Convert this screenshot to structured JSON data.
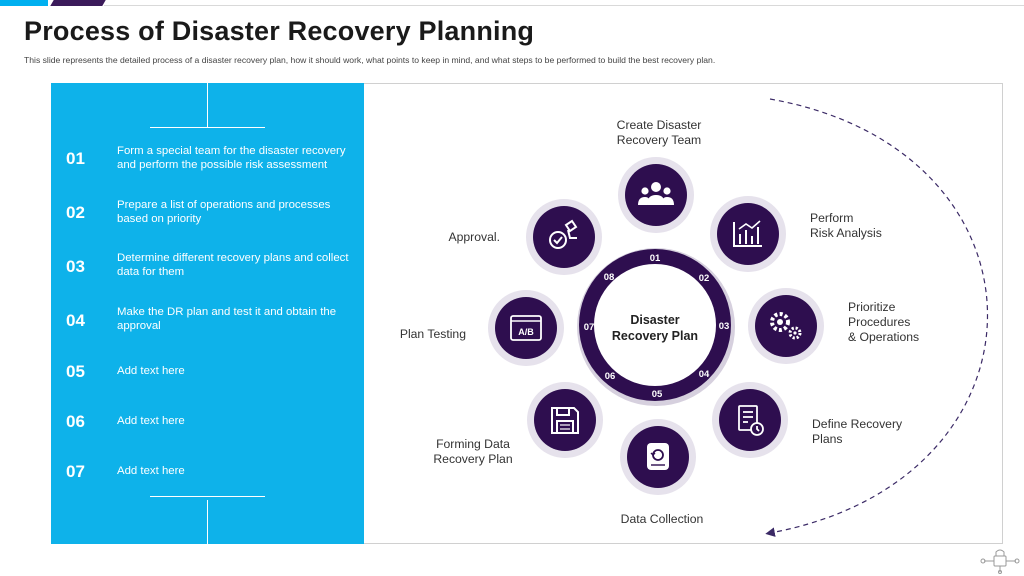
{
  "header": {
    "title": "Process of Disaster Recovery Planning",
    "subtitle": "This slide represents the detailed process of a disaster recovery plan, how it should work, what points to keep in mind, and what steps to be performed to build the best recovery plan."
  },
  "steps": [
    {
      "num": "01",
      "text": "Form a special team for the disaster recovery and perform the possible risk assessment"
    },
    {
      "num": "02",
      "text": "Prepare a list of operations and processes based on priority"
    },
    {
      "num": "03",
      "text": "Determine different recovery plans and collect data for them"
    },
    {
      "num": "04",
      "text": "Make the DR plan and test it and obtain the approval"
    },
    {
      "num": "05",
      "text": "Add text here"
    },
    {
      "num": "06",
      "text": "Add text here"
    },
    {
      "num": "07",
      "text": "Add text here"
    }
  ],
  "cycle": {
    "center_line1": "Disaster",
    "center_line2": "Recovery Plan",
    "ring_numbers": [
      "01",
      "02",
      "03",
      "04",
      "05",
      "06",
      "07",
      "08"
    ],
    "nodes": [
      {
        "line1": "Create Disaster",
        "line2": "Recovery Team",
        "icon": "team-icon"
      },
      {
        "line1": "Perform",
        "line2": "Risk Analysis",
        "icon": "analysis-chart-icon"
      },
      {
        "line1": "Prioritize",
        "line2": "Procedures",
        "line3": "& Operations",
        "icon": "gears-icon"
      },
      {
        "line1": "Define Recovery",
        "line2": "Plans",
        "icon": "document-clock-icon"
      },
      {
        "line1": "Data Collection",
        "icon": "storage-icon"
      },
      {
        "line1": "Forming Data",
        "line2": "Recovery Plan",
        "icon": "floppy-disk-icon"
      },
      {
        "line1": "Plan Testing",
        "icon": "ab-test-icon"
      },
      {
        "line1": "Approval.",
        "icon": "approval-stamp-icon"
      }
    ]
  },
  "colors": {
    "accent_blue": "#0eb2ea",
    "purple_dark": "#2e0e4f",
    "purple_halo": "#e6e2ec"
  }
}
